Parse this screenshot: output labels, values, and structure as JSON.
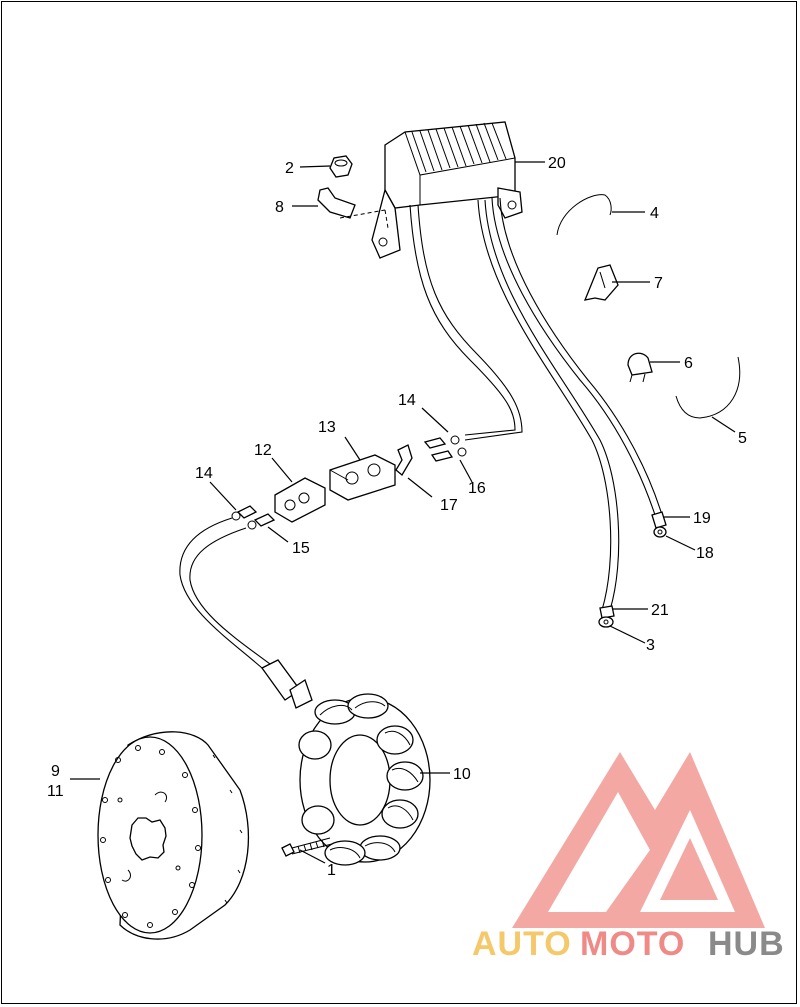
{
  "callouts": [
    {
      "id": "c1",
      "text": "1"
    },
    {
      "id": "c2",
      "text": "2"
    },
    {
      "id": "c3",
      "text": "3"
    },
    {
      "id": "c4",
      "text": "4"
    },
    {
      "id": "c5",
      "text": "5"
    },
    {
      "id": "c6",
      "text": "6"
    },
    {
      "id": "c7",
      "text": "7"
    },
    {
      "id": "c8",
      "text": "8"
    },
    {
      "id": "c9",
      "text": "9"
    },
    {
      "id": "c10",
      "text": "10"
    },
    {
      "id": "c11",
      "text": "11"
    },
    {
      "id": "c12",
      "text": "12"
    },
    {
      "id": "c13",
      "text": "13"
    },
    {
      "id": "c14a",
      "text": "14"
    },
    {
      "id": "c14b",
      "text": "14"
    },
    {
      "id": "c15",
      "text": "15"
    },
    {
      "id": "c16",
      "text": "16"
    },
    {
      "id": "c17",
      "text": "17"
    },
    {
      "id": "c18",
      "text": "18"
    },
    {
      "id": "c19",
      "text": "19"
    },
    {
      "id": "c20",
      "text": "20"
    },
    {
      "id": "c21",
      "text": "21"
    }
  ],
  "watermark": {
    "part1": "AUTO",
    "part2": "MOTO",
    "part3": "HUB",
    "colors": {
      "auto": "#f5c86a",
      "moto": "#f08a86",
      "hub": "#8a8a8a",
      "logo": "#f29a94"
    }
  }
}
